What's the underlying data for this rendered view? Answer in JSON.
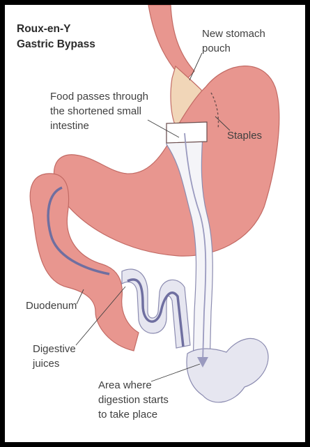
{
  "diagram": {
    "title_line1": "Roux-en-Y",
    "title_line2": "Gastric Bypass",
    "labels": {
      "pouch_line1": "New stomach",
      "pouch_line2": "pouch",
      "food_line1": "Food passes through",
      "food_line2": "the shortened small",
      "food_line3": "intestine",
      "staples": "Staples",
      "duodenum": "Duodenum",
      "juices_line1": "Digestive",
      "juices_line2": "juices",
      "area_line1": "Area where",
      "area_line2": "digestion starts",
      "area_line3": "to take place"
    }
  },
  "colors": {
    "frame": "#000000",
    "background": "#ffffff",
    "stomach": "#e8968f",
    "stomach_shadow": "#d97e77",
    "pouch": "#f1d6b8",
    "intestine": "#e6e6f0",
    "arrow": "#6f6fa0",
    "outline": "#c26a64",
    "text": "#3f3f3f"
  }
}
